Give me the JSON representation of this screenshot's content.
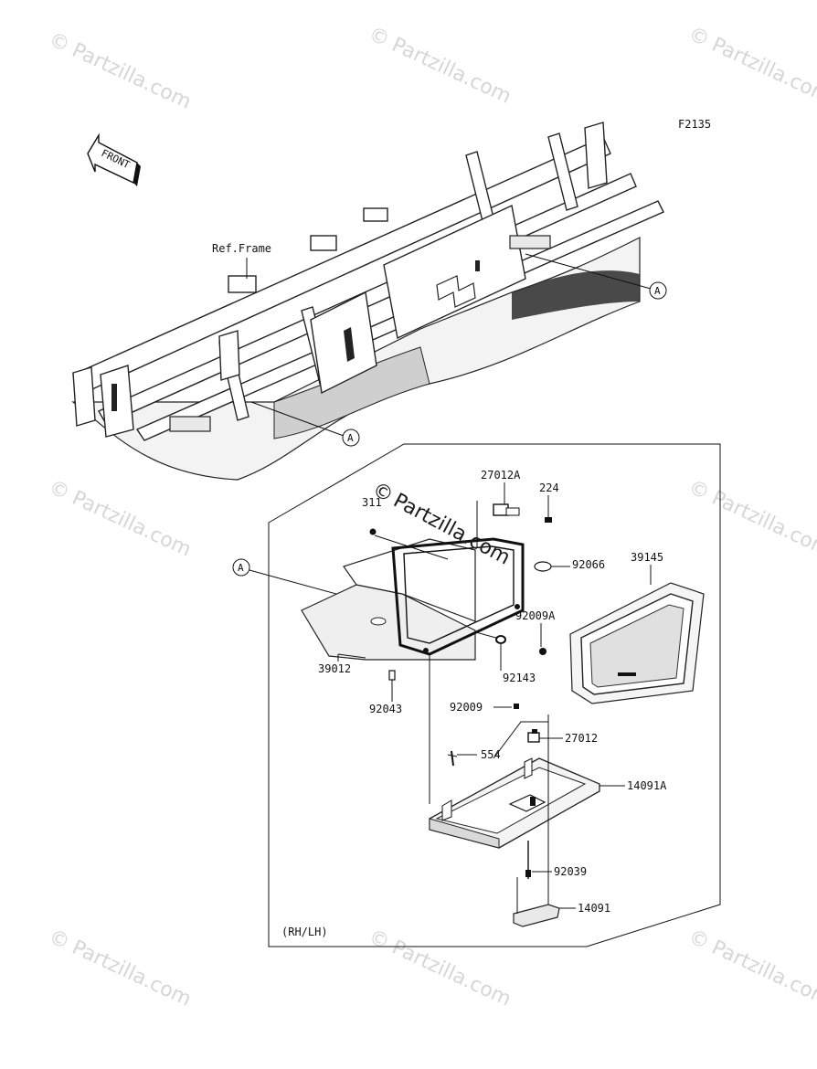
{
  "diagram": {
    "code": "F2135",
    "front_arrow_label": "FRONT",
    "ref_frame_label": "Ref.Frame",
    "variant_label": "(RH/LH)",
    "reference_marker": "A",
    "parts": {
      "p27012A": "27012A",
      "p224": "224",
      "p311": "311",
      "p92066": "92066",
      "p39145": "39145",
      "p92009A": "92009A",
      "p92143": "92143",
      "p39012": "39012",
      "p92043": "92043",
      "p92009": "92009",
      "p27012": "27012",
      "p554": "554",
      "p14091A": "14091A",
      "p92039": "92039",
      "p14091": "14091"
    }
  },
  "watermark": {
    "text": "Partzilla.com",
    "symbol": "©",
    "center_text": "Partzilla.com"
  }
}
